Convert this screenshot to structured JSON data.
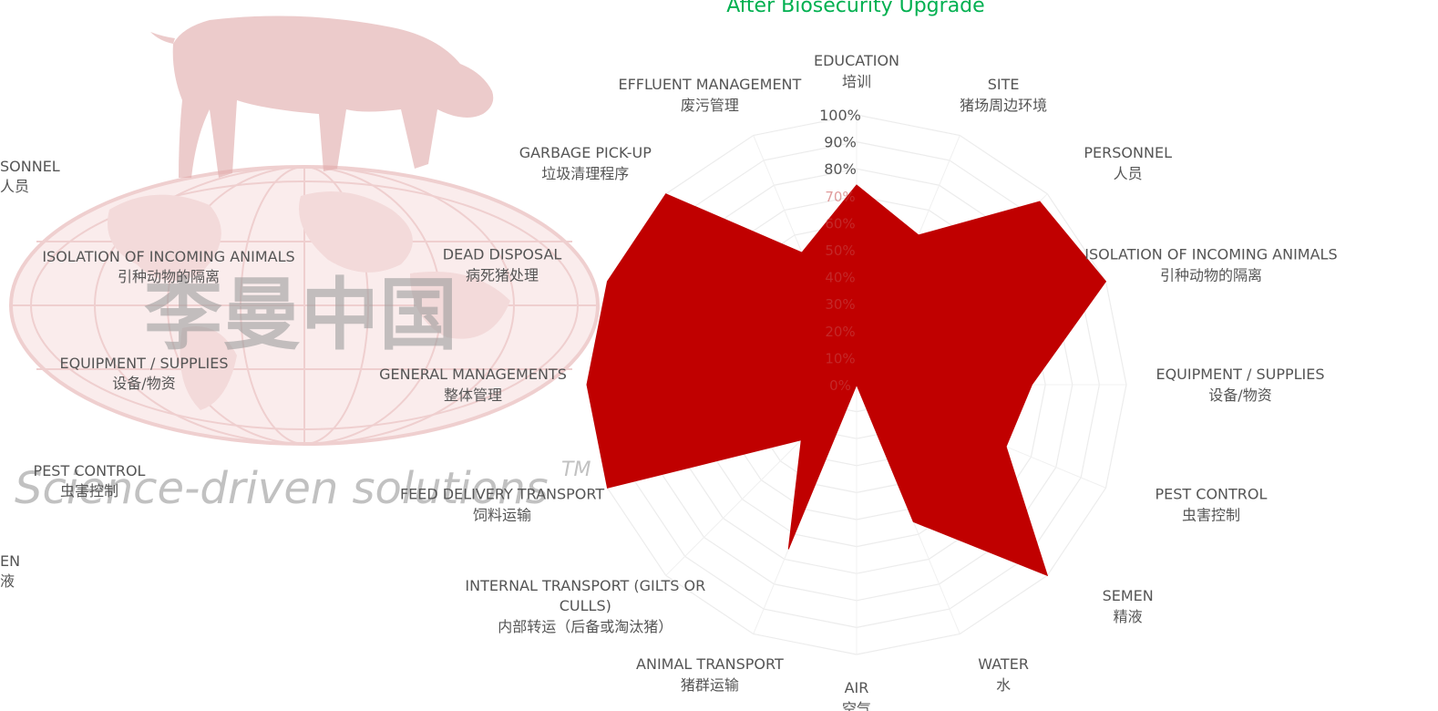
{
  "chart_data": {
    "type": "radar",
    "title": "After Biosecurity Upgrade",
    "title_color": "#00b050",
    "fill_color": "#c00000",
    "rmin": 0,
    "rmax": 100,
    "ticks": [
      "0%",
      "10%",
      "20%",
      "30%",
      "40%",
      "50%",
      "60%",
      "70%",
      "80%",
      "90%",
      "100%"
    ],
    "axes": [
      {
        "en": "EDUCATION",
        "zh": "培训",
        "value": 74
      },
      {
        "en": "SITE",
        "zh": "猪场周边环境",
        "value": 60
      },
      {
        "en": "PERSONNEL",
        "zh": "人员",
        "value": 96
      },
      {
        "en": "ISOLATION OF INCOMING ANIMALS",
        "zh": "引种动物的隔离",
        "value": 100
      },
      {
        "en": "EQUIPMENT / SUPPLIES",
        "zh": "设备/物资",
        "value": 65
      },
      {
        "en": "PEST CONTROL",
        "zh": "虫害控制",
        "value": 60
      },
      {
        "en": "SEMEN",
        "zh": "精液",
        "value": 100
      },
      {
        "en": "WATER",
        "zh": "水",
        "value": 55
      },
      {
        "en": "AIR",
        "zh": "空气",
        "value": 0
      },
      {
        "en": "ANIMAL TRANSPORT",
        "zh": "猪群运输",
        "value": 66
      },
      {
        "en": "INTERNAL TRANSPORT (GILTS OR CULLS)",
        "zh": "内部转运（后备或淘汰猪）",
        "value": 29
      },
      {
        "en": "FEED DELIVERY TRANSPORT",
        "zh": "饲料运输",
        "value": 100
      },
      {
        "en": "GENERAL MANAGEMENTS",
        "zh": "整体管理",
        "value": 100
      },
      {
        "en": "DEAD DISPOSAL",
        "zh": "病死猪处理",
        "value": 100
      },
      {
        "en": "GARBAGE PICK-UP",
        "zh": "垃圾清理程序",
        "value": 100
      },
      {
        "en": "EFFLUENT MANAGEMENT",
        "zh": "废污管理",
        "value": 53
      }
    ]
  },
  "watermark": {
    "text_cn": "李曼中国",
    "slogan": "Science-driven solutions",
    "tm": "TM",
    "color": "#e8b4b4"
  },
  "ghost_labels": [
    {
      "en": "SONNEL",
      "zh": "人员"
    },
    {
      "en": "ISOLATION OF INCOMING ANIMALS",
      "zh": "引种动物的隔离"
    },
    {
      "en": "EQUIPMENT / SUPPLIES",
      "zh": "设备/物资"
    },
    {
      "en": "PEST CONTROL",
      "zh": "虫害控制"
    },
    {
      "en": "EN",
      "zh": "液"
    }
  ]
}
